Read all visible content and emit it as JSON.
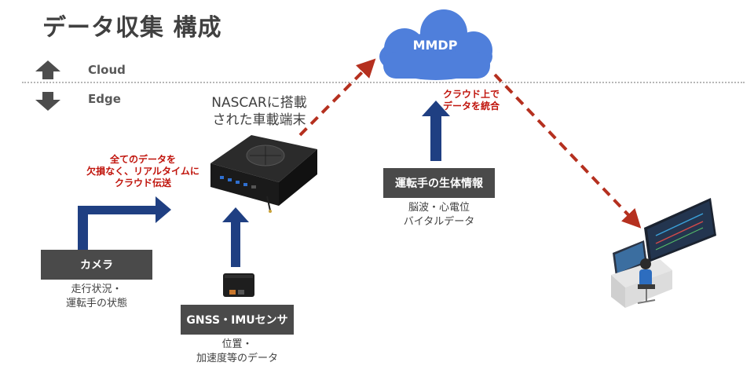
{
  "title": "データ収集 構成",
  "zones": {
    "cloud": "Cloud",
    "edge": "Edge"
  },
  "cloud_label": "MMDP",
  "terminal_caption": [
    "NASCARに搭載",
    "された車載端末"
  ],
  "red_note_left": [
    "全てのデータを",
    "欠損なく、リアルタイムに",
    "クラウド伝送"
  ],
  "red_note_right": [
    "クラウド上で",
    "データを統合"
  ],
  "boxes": {
    "camera": {
      "label": "カメラ",
      "note": [
        "走行状況・",
        "運転手の状態"
      ]
    },
    "gnss": {
      "label": "GNSS・IMUセンサ",
      "note": [
        "位置・",
        "加速度等のデータ"
      ]
    },
    "bio": {
      "label": "運転手の生体情報",
      "note": [
        "脳波・心電位",
        "バイタルデータ"
      ]
    }
  },
  "colors": {
    "blue_arrow": "#1f3f82",
    "red_arrow": "#b5301f",
    "cloud": "#4f7fdb",
    "box": "#4a4a4a",
    "zone_arrow": "#4d4d4d"
  }
}
